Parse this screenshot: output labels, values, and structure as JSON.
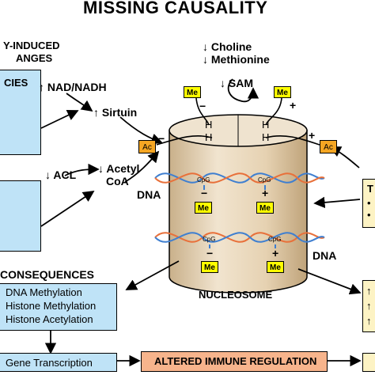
{
  "title": "MISSING CAUSALITY",
  "left_header": {
    "line1": "Y-INDUCED",
    "line2": "ANGES"
  },
  "left_top_box": {
    "label": "CIES"
  },
  "metabolites": {
    "nad": "↑ NAD/NADH",
    "sirtuin": "↑ Sirtuin",
    "acl": "↓ ACL",
    "acetyl_line1": "↓ Acetyl",
    "acetyl_line2": "CoA",
    "choline": "↓ Choline",
    "methionine": "↓ Methionine",
    "sam": "↓ SAM"
  },
  "nucleosome": {
    "label": "NUCLEOSOME",
    "h": "H",
    "me": "Me",
    "ac": "Ac",
    "cpg": "CpG",
    "plus": "+",
    "minus": "−",
    "dna": "DNA"
  },
  "consequences": {
    "header": "CONSEQUENCES",
    "items": [
      "DNA Methylation",
      "Histone Methylation",
      "Histone Acetylation"
    ]
  },
  "gene_transcription": "Gene Transcription",
  "altered_immune": "ALTERED IMMUNE REGULATION",
  "right_box_top": {
    "label": "T",
    "bullets": [
      "•",
      "•"
    ]
  },
  "right_box_bottom": {
    "arrows": [
      "↑",
      "↑",
      "↑"
    ]
  },
  "colors": {
    "box_blue": "#bfe3f7",
    "box_yellow": "#fdf3c4",
    "box_salmon": "#f7b48c",
    "me_yellow": "#ffff00",
    "ac_orange": "#f5a623",
    "dna_blue": "#3f7fd0",
    "dna_orange": "#e8703a",
    "cylinder": "#ead8bc"
  }
}
